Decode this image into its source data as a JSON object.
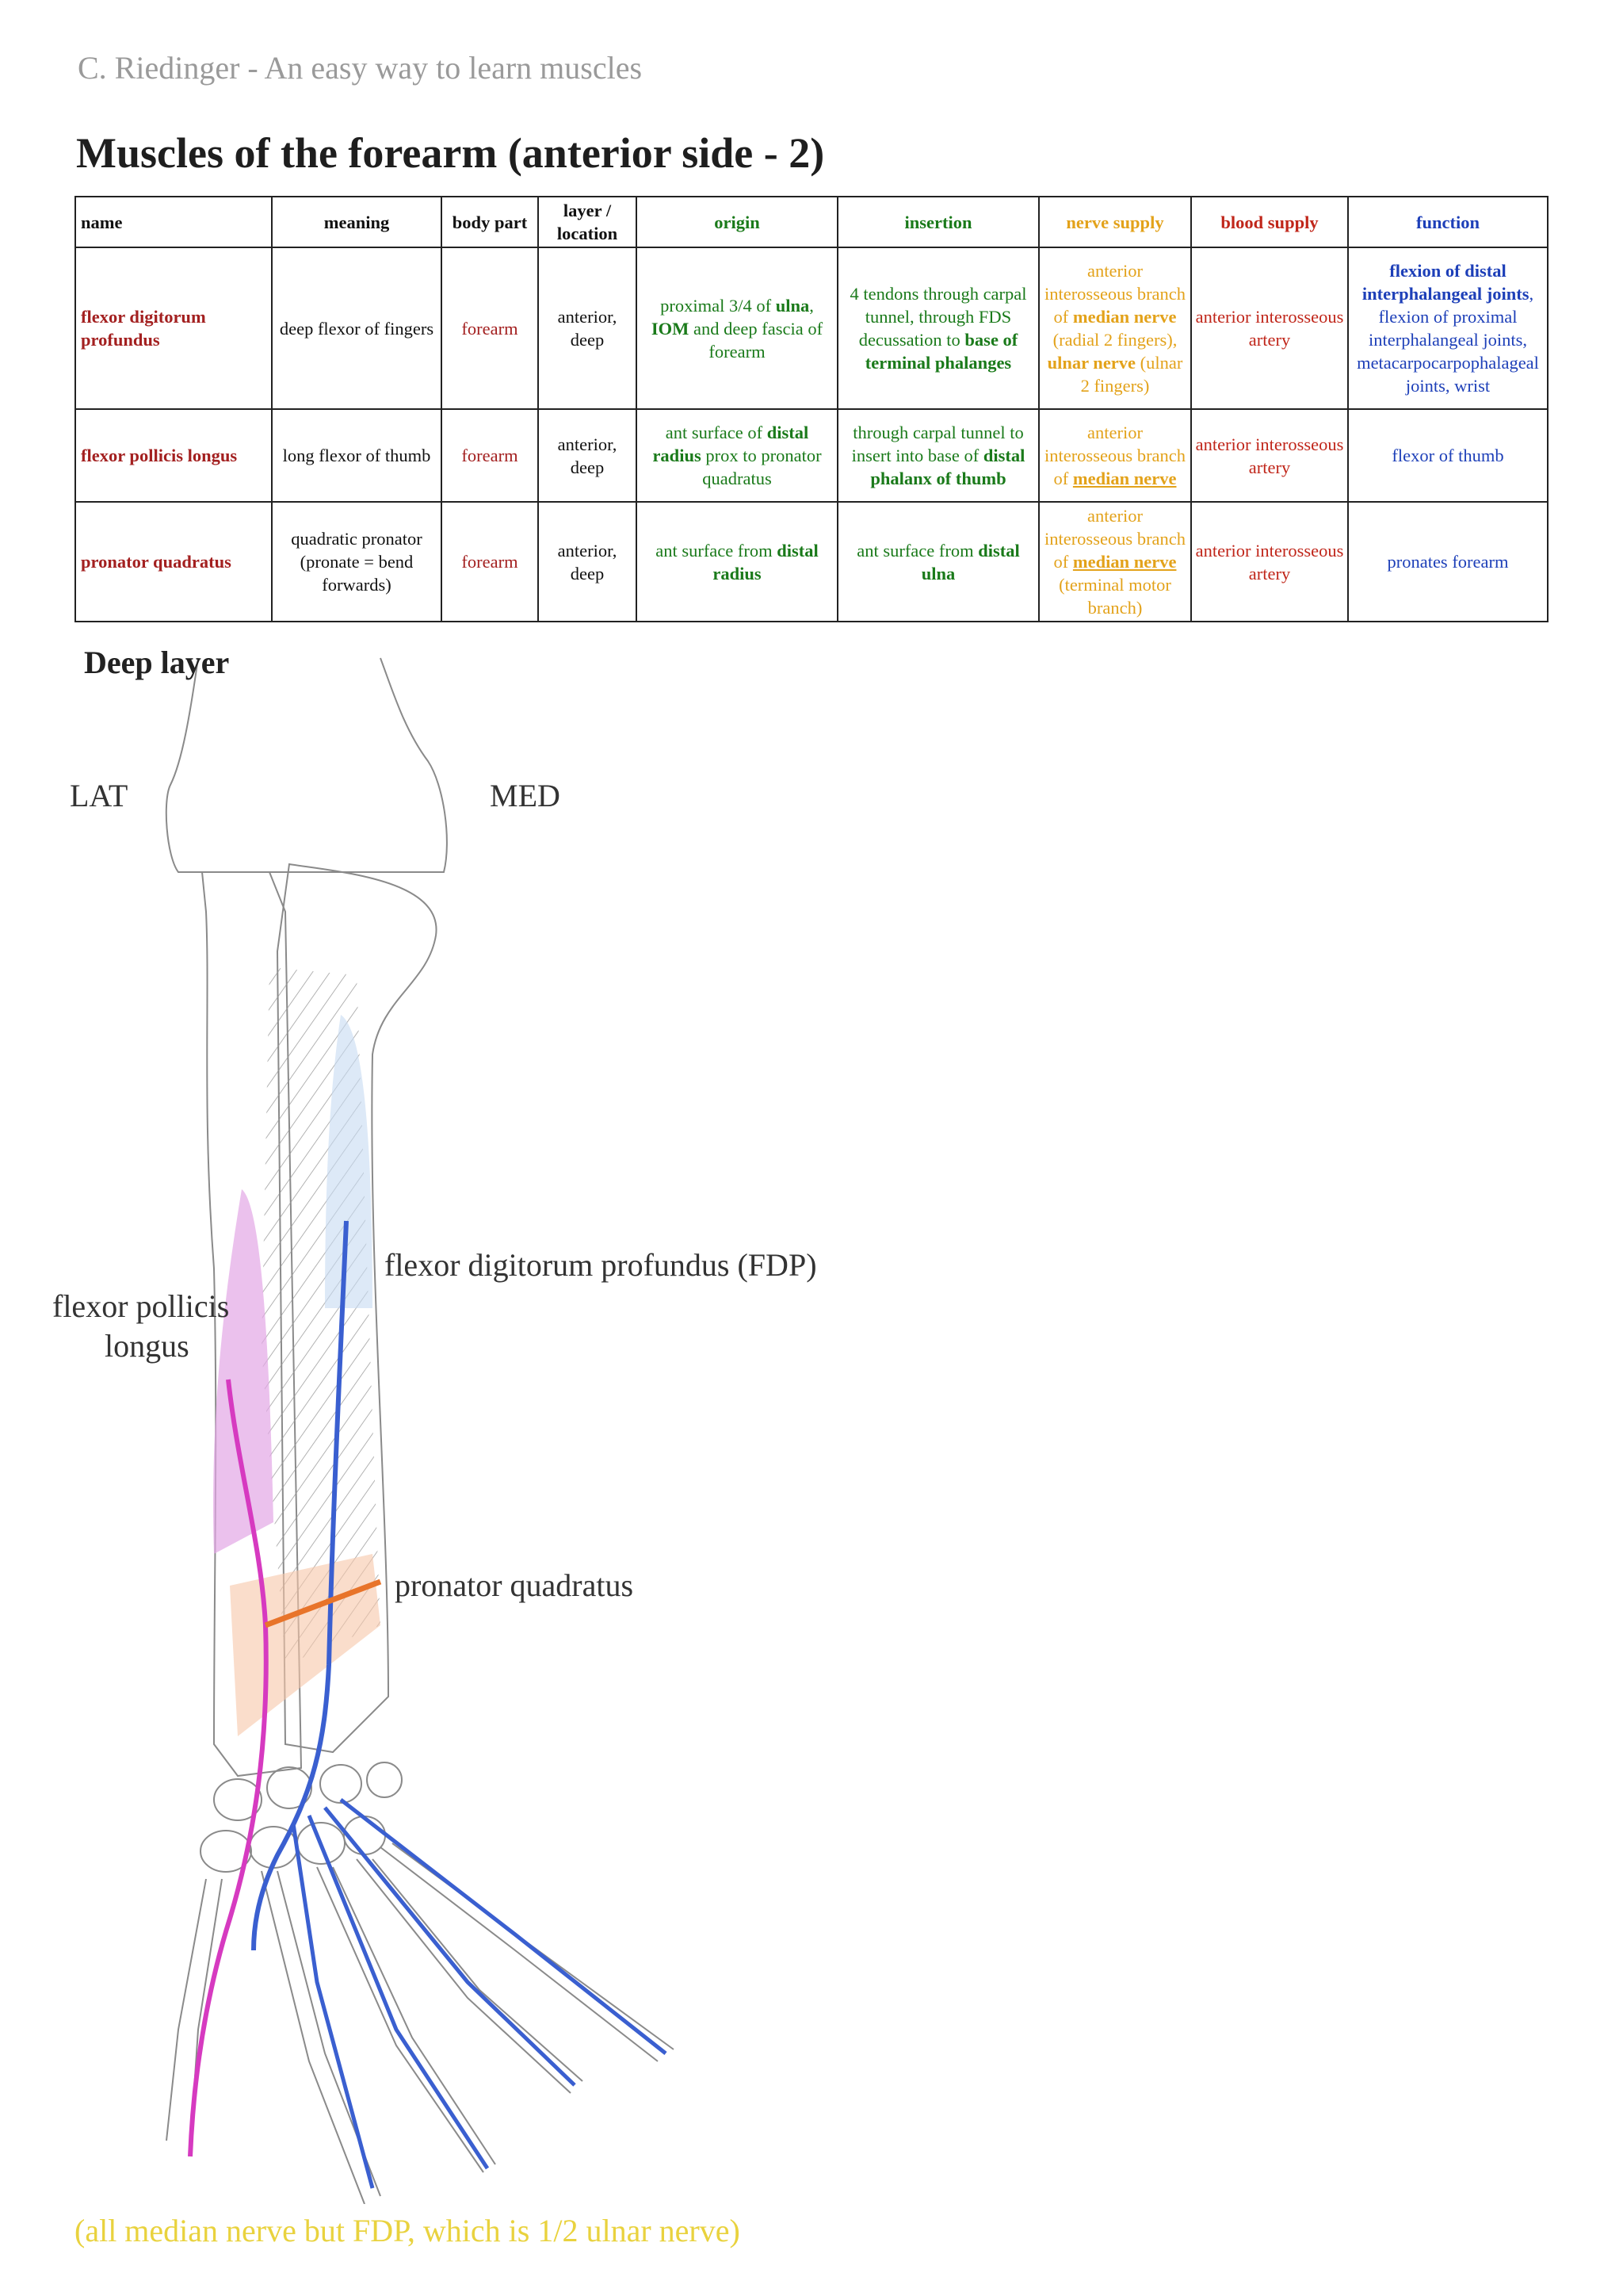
{
  "header": "C. Riedinger - An easy way to learn muscles",
  "title": "Muscles of the forearm (anterior side - 2)",
  "table": {
    "columns": [
      "name",
      "meaning",
      "body part",
      "layer / location",
      "origin",
      "insertion",
      "nerve supply",
      "blood supply",
      "function"
    ],
    "rows": [
      {
        "name": "flexor digitorum profundus",
        "meaning": "deep flexor of fingers",
        "body_part": "forearm",
        "layer": "anterior, deep",
        "origin": [
          "proximal 3/4 of ",
          "ulna",
          ", ",
          "IOM",
          " and deep fascia of forearm"
        ],
        "insertion": [
          "4 tendons through carpal tunnel, through FDS decussation to ",
          "base of terminal phalanges"
        ],
        "nerve": [
          "anterior interosseous branch of ",
          "median nerve",
          " (radial 2 fingers), ",
          "ulnar nerve",
          " (ulnar 2 fingers)"
        ],
        "blood": "anterior interosseous artery",
        "function": [
          "flexion of distal interphalangeal joints",
          ", flexion of proximal interphalangeal joints, metacarpocarpophalageal joints, wrist"
        ]
      },
      {
        "name": "flexor pollicis longus",
        "meaning": "long flexor of thumb",
        "body_part": "forearm",
        "layer": "anterior, deep",
        "origin": [
          "ant surface of ",
          "distal radius",
          " prox to pronator quadratus"
        ],
        "insertion": [
          "through carpal tunnel to insert into base of ",
          "distal phalanx of thumb"
        ],
        "nerve": [
          "anterior interosseous branch of ",
          "median nerve"
        ],
        "blood": "anterior interosseous artery",
        "function": "flexor of thumb"
      },
      {
        "name": "pronator quadratus",
        "meaning": "quadratic pronator (pronate = bend forwards)",
        "body_part": "forearm",
        "layer": "anterior, deep",
        "origin": [
          "ant surface from ",
          "distal radius"
        ],
        "insertion": [
          "ant surface from ",
          "distal ulna"
        ],
        "nerve": [
          "anterior interosseous branch of ",
          "median nerve",
          " (terminal motor branch)"
        ],
        "blood": "anterior interosseous artery",
        "function": "pronates forearm"
      }
    ]
  },
  "drawing": {
    "section_label": "Deep layer",
    "lat": "LAT",
    "med": "MED",
    "fdp_label": "flexor digitorum profundus (FDP)",
    "fpl_label_1": "flexor pollicis",
    "fpl_label_2": "longus",
    "pq_label": "pronator quadratus"
  },
  "footnote": "(all median nerve but FDP, which is 1/2 ulnar nerve)",
  "colors": {
    "name": "#a32020",
    "origin_insertion": "#1a7a1a",
    "nerve": "#e3a21a",
    "blood": "#c0261a",
    "function": "#1d3fb8",
    "fdp_nerve": "#3a5fd0",
    "fpl_nerve": "#d63ac0",
    "pq_nerve": "#e8742a",
    "footnote": "#e9d23e"
  }
}
